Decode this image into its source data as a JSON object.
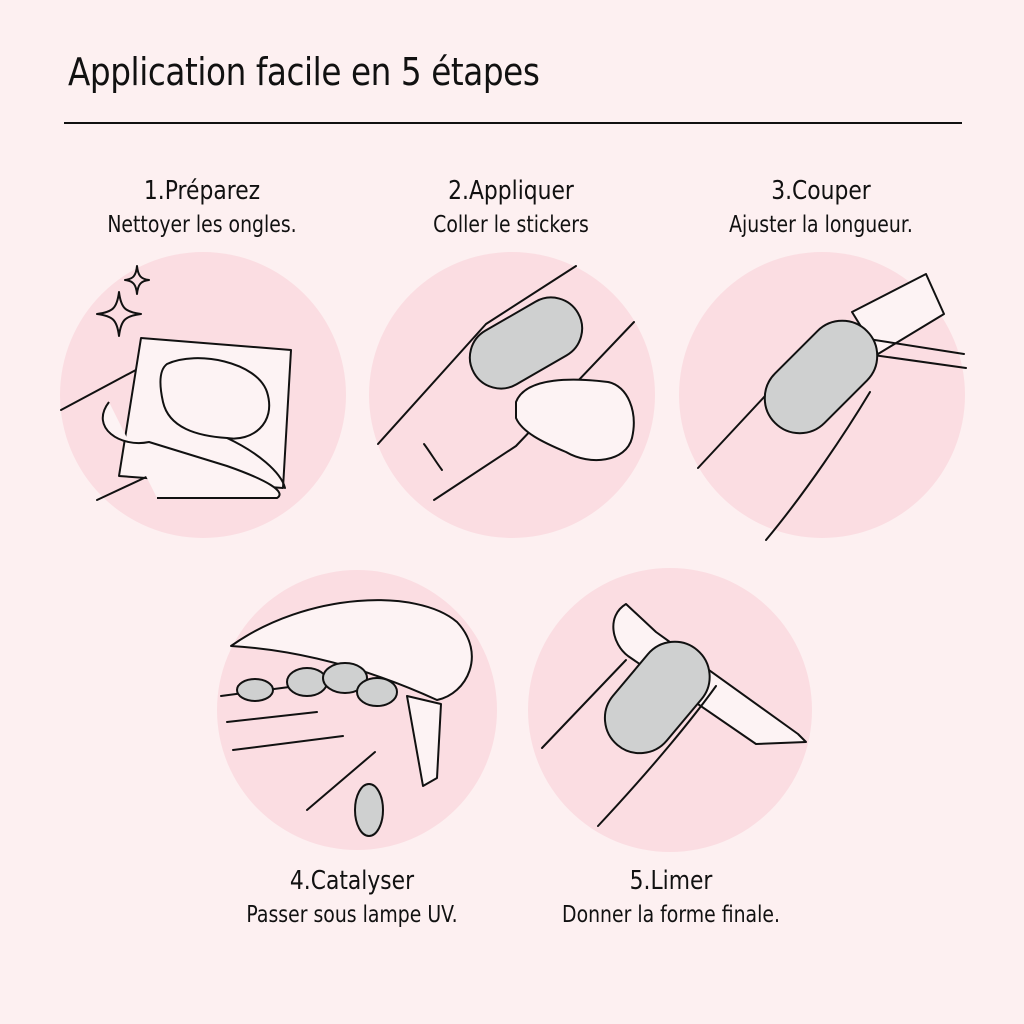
{
  "title": "Application facile en 5 étapes",
  "steps": [
    {
      "title": "1.Préparez",
      "subtitle": "Nettoyer les ongles."
    },
    {
      "title": "2.Appliquer",
      "subtitle": "Coller le stickers"
    },
    {
      "title": "3.Couper",
      "subtitle": "Ajuster la longueur."
    },
    {
      "title": "4.Catalyser",
      "subtitle": "Passer sous lampe UV."
    },
    {
      "title": "5.Limer",
      "subtitle": "Donner la forme finale."
    }
  ],
  "colors": {
    "background": "#fdf0f1",
    "circle": "#fbdde2",
    "nail": "#cfd0d0",
    "ink": "#111111"
  }
}
